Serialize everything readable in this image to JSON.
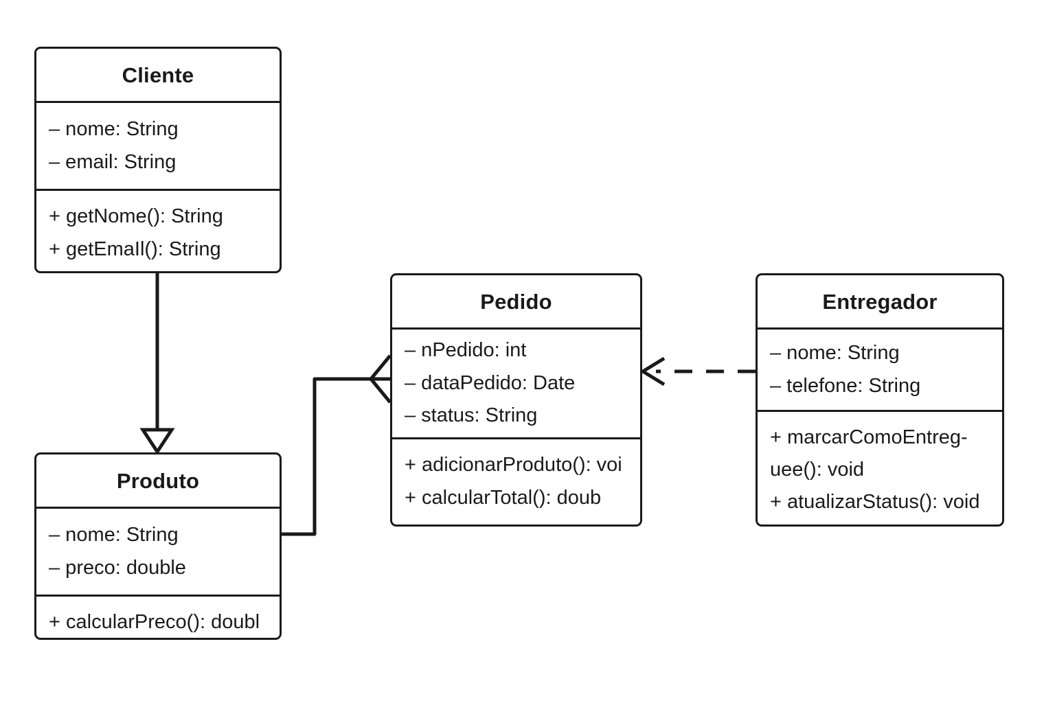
{
  "diagram": {
    "type": "uml-class-diagram",
    "background_color": "#ffffff",
    "line_color": "#1a1a1a",
    "classes": [
      {
        "id": "cliente",
        "name": "Cliente",
        "attributes": [
          "– nome: String",
          "– email: String"
        ],
        "methods": [
          "+ getNome(): String",
          "+ getEmaIl(): String"
        ]
      },
      {
        "id": "produto",
        "name": "Produto",
        "attributes": [
          "– nome: String",
          "– preco: double"
        ],
        "methods": [
          "+ calcularPreco(): doubl"
        ]
      },
      {
        "id": "pedido",
        "name": "Pedido",
        "attributes": [
          "– nPedido: int",
          "– dataPedido: Date",
          "– status: String"
        ],
        "methods": [
          "+ adicionarProduto(): voi",
          "+ calcularTotal(): doub"
        ]
      },
      {
        "id": "entregador",
        "name": "Entregador",
        "attributes": [
          "– nome: String",
          "– telefone: String"
        ],
        "methods": [
          "+ marcarComoEntreg-uee(): void",
          "+ atualizarStatus(): void"
        ]
      }
    ],
    "relationships": [
      {
        "id": "cliente-produto",
        "from": "Cliente",
        "to": "Produto",
        "kind": "generalization",
        "line_style": "solid",
        "arrow": "hollow-triangle"
      },
      {
        "id": "produto-pedido",
        "from": "Produto",
        "to": "Pedido",
        "kind": "association",
        "line_style": "solid",
        "arrow": "open-arrow"
      },
      {
        "id": "entregador-pedido",
        "from": "Entregador",
        "to": "Pedido",
        "kind": "dependency",
        "line_style": "dashed",
        "arrow": "open-arrow"
      }
    ]
  }
}
